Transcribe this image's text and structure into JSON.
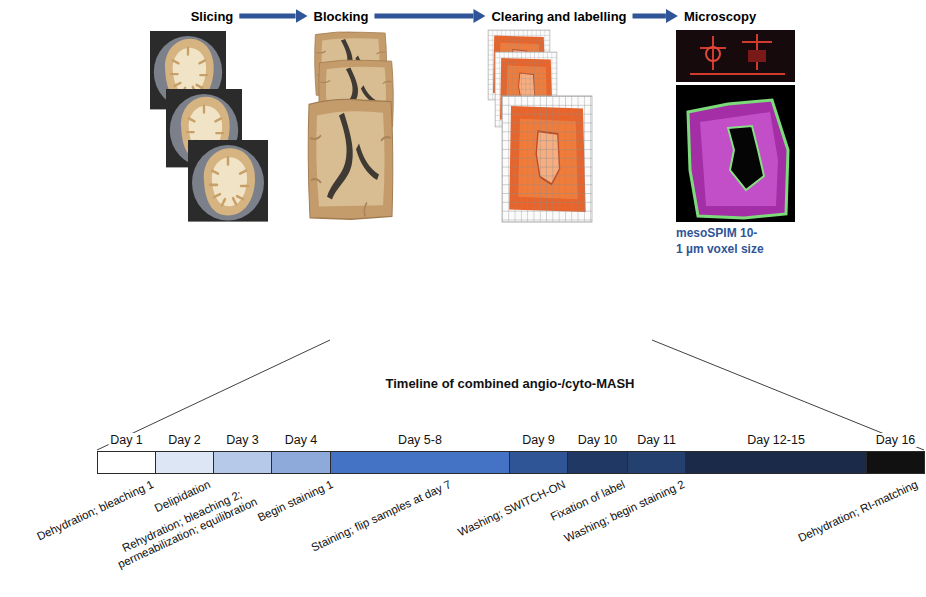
{
  "diagram": {
    "title": "Timeline of combined angio-/cyto-MASH",
    "nodes": [
      {
        "text": [
          "Slicing"
        ]
      },
      {
        "text": [
          "Blocking"
        ]
      },
      {
        "text": [
          "Clearing and labelling"
        ]
      },
      {
        "text": [
          "Microscopy"
        ]
      },
      {
        "text": [
          "Day 1",
          "Dehydration; bleaching 1"
        ]
      },
      {
        "text": [
          "Day 2",
          "Delipidation"
        ]
      },
      {
        "text": [
          "Day 3",
          "Rehydration; bleaching 2; permeabilization; equilibration"
        ]
      },
      {
        "text": [
          "Day 4",
          "Begin staining 1"
        ]
      },
      {
        "text": [
          "Day 5-8",
          "Staining; flip samples at day 7"
        ]
      },
      {
        "text": [
          "Day 9",
          "Washing; SWITCH-ON"
        ]
      },
      {
        "text": [
          "Day 10",
          "Fixation of label"
        ]
      },
      {
        "text": [
          "Day 11",
          "Washing; begin staining 2"
        ]
      },
      {
        "text": [
          "Day 12-15"
        ]
      },
      {
        "text": [
          "Day 16",
          "Dehydration; RI-matching"
        ]
      }
    ],
    "edges": [
      {
        "from": 0,
        "to": 1,
        "arrow": "to"
      },
      {
        "from": 1,
        "to": 2,
        "arrow": "to"
      },
      {
        "from": 2,
        "to": 3,
        "arrow": "to"
      }
    ],
    "labels": [
      "mesoSPIM 10-1 µm voxel size"
    ]
  }
}
